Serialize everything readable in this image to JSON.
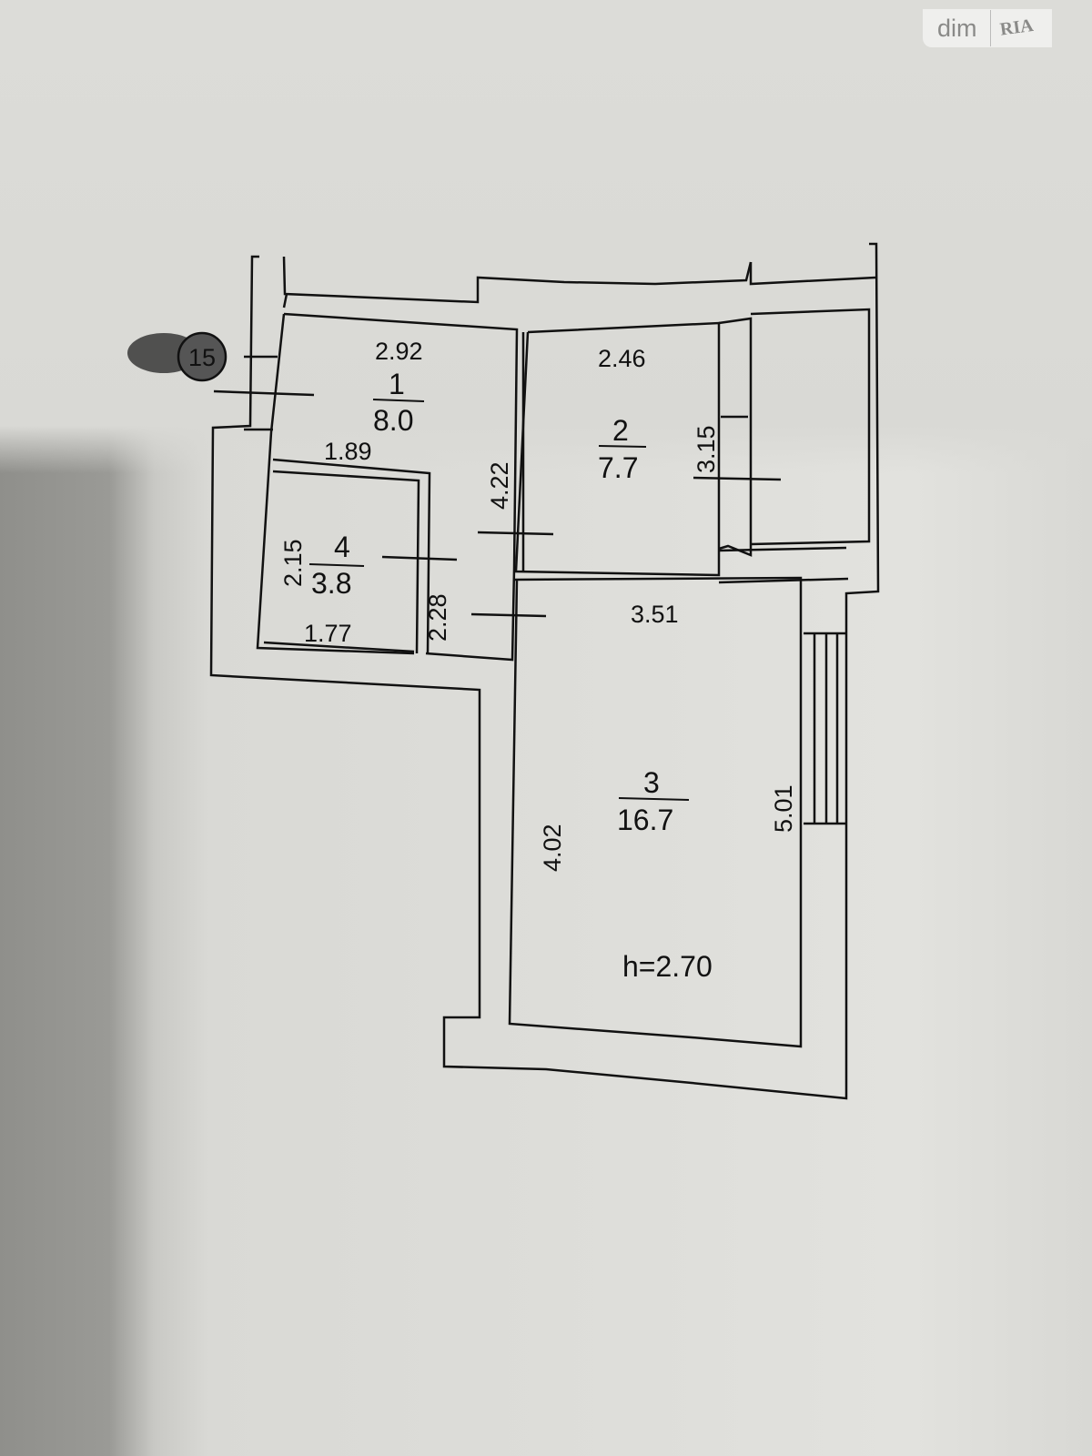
{
  "watermark": {
    "brand": "dim",
    "sub": "RIA"
  },
  "apartment_number": "15",
  "rooms": [
    {
      "number": "1",
      "area": "8.0",
      "dims": [
        "2.92",
        "1.89",
        "4.22"
      ]
    },
    {
      "number": "2",
      "area": "7.7",
      "dims": [
        "2.46",
        "3.15"
      ]
    },
    {
      "number": "3",
      "area": "16.7",
      "dims": [
        "3.51",
        "4.02",
        "5.01"
      ]
    },
    {
      "number": "4",
      "area": "3.8",
      "dims": [
        "2.15",
        "1.77",
        "2.28"
      ]
    }
  ],
  "ceiling_height": "h=2.70"
}
